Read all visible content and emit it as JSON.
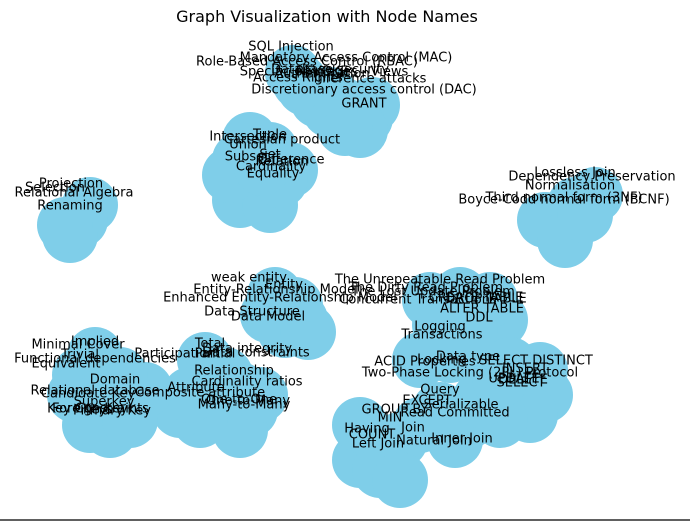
{
  "title": "Graph Visualization with Node Names",
  "colors": {
    "node": "#7fcee9",
    "text": "#000000",
    "border": "#000000",
    "background": "#ffffff"
  },
  "clusters": [
    {
      "id": "security",
      "labels": [
        "SQL Injection",
        "Mandatory Access Control (MAC)",
        "Role-Based Access Control (RBAC)",
        "Database security",
        "Authentication",
        "Specific privileges - Views",
        "Access Rights",
        "Inference attacks",
        "Discretionary access control (DAC)",
        "GRANT",
        "REVOKE"
      ]
    },
    {
      "id": "algebra",
      "labels": [
        "Intersection",
        "Tuple",
        "Cartesian product",
        "Union",
        "Set",
        "Subset",
        "Difference",
        "Relation",
        "Cardinality",
        "Equality"
      ]
    },
    {
      "id": "normalisation",
      "labels": [
        "Lossless Join",
        "Dependency Preservation",
        "Normalisation",
        "Third normal form (3NF)",
        "Boyce-Codd normal form (BCNF)"
      ]
    },
    {
      "id": "relational",
      "labels": [
        "Projection",
        "Selection",
        "Relational Algebra",
        "Renaming"
      ]
    },
    {
      "id": "er-model",
      "labels": [
        "weak entity",
        "Entity",
        "Entity-Relationship Model",
        "Enhanced Entity-Relationship Model",
        "Data Structure",
        "Data Model"
      ]
    },
    {
      "id": "transactions",
      "labels": [
        "The Unrepeatable Read Problem",
        "The Dirty Read Problem",
        "The Lost Update Problem",
        "Concurrent Transactions",
        "CREATE TABLE",
        "DROP TABLE",
        "ALTER TABLE",
        "DDL",
        "Logging",
        "Transactions"
      ]
    },
    {
      "id": "integrity",
      "labels": [
        "Total",
        "Participation",
        "Partial",
        "Data integrity",
        "Data constraints",
        "Relationship",
        "Cardinality ratios",
        "Attribute",
        "Composite attribute",
        "One-to-One",
        "One-to-Many",
        "Many-to-Many"
      ]
    },
    {
      "id": "keys",
      "labels": [
        "Minimal Cover",
        "Implied",
        "Trivial",
        "Functional dependencies",
        "Equivalent",
        "Domain",
        "Relational database",
        "Candidate Key",
        "Superkey",
        "Foreign Key",
        "Key Constraints",
        "Primary Key",
        "Keys"
      ]
    },
    {
      "id": "sql",
      "labels": [
        "ACID Properties",
        "Locking",
        "Data type",
        "SELECT DISTINCT",
        "Two-Phase Locking (2PL) Protocol",
        "INSERT",
        "DELETE",
        "SELECT",
        "Query",
        "UPDATE",
        "EXCEPT",
        "Serializable",
        "GROUP BY",
        "Read Committed",
        "MIN",
        "Join",
        "Having",
        "Inner Join",
        "COUNT",
        "Natural Join",
        "Left Join"
      ]
    }
  ]
}
